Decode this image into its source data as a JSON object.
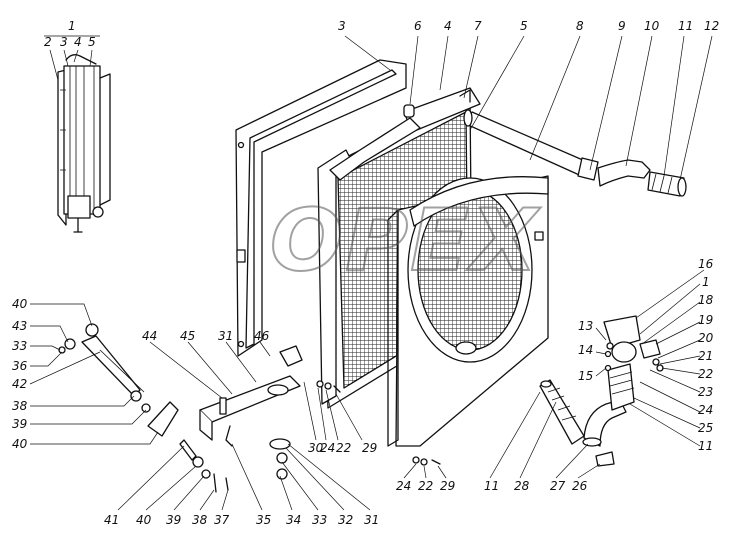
{
  "watermark": "OPEX",
  "callouts": [
    {
      "id": "c1",
      "text": "1"
    },
    {
      "id": "c2",
      "text": "2"
    },
    {
      "id": "c3a",
      "text": "3"
    },
    {
      "id": "c4a",
      "text": "4"
    },
    {
      "id": "c5a",
      "text": "5"
    },
    {
      "id": "c3",
      "text": "3"
    },
    {
      "id": "c6",
      "text": "6"
    },
    {
      "id": "c4",
      "text": "4"
    },
    {
      "id": "c7",
      "text": "7"
    },
    {
      "id": "c5",
      "text": "5"
    },
    {
      "id": "c8",
      "text": "8"
    },
    {
      "id": "c9",
      "text": "9"
    },
    {
      "id": "c10",
      "text": "10"
    },
    {
      "id": "c11a",
      "text": "11"
    },
    {
      "id": "c12",
      "text": "12"
    },
    {
      "id": "c16",
      "text": "16"
    },
    {
      "id": "c1b",
      "text": "1"
    },
    {
      "id": "c18",
      "text": "18"
    },
    {
      "id": "c19",
      "text": "19"
    },
    {
      "id": "c20",
      "text": "20"
    },
    {
      "id": "c21",
      "text": "21"
    },
    {
      "id": "c22a",
      "text": "22"
    },
    {
      "id": "c23",
      "text": "23"
    },
    {
      "id": "c24a",
      "text": "24"
    },
    {
      "id": "c25",
      "text": "25"
    },
    {
      "id": "c11b",
      "text": "11"
    },
    {
      "id": "c13",
      "text": "13"
    },
    {
      "id": "c14",
      "text": "14"
    },
    {
      "id": "c15",
      "text": "15"
    },
    {
      "id": "c40a",
      "text": "40"
    },
    {
      "id": "c43",
      "text": "43"
    },
    {
      "id": "c33a",
      "text": "33"
    },
    {
      "id": "c36",
      "text": "36"
    },
    {
      "id": "c42",
      "text": "42"
    },
    {
      "id": "c38a",
      "text": "38"
    },
    {
      "id": "c39a",
      "text": "39"
    },
    {
      "id": "c40b",
      "text": "40"
    },
    {
      "id": "c44",
      "text": "44"
    },
    {
      "id": "c45",
      "text": "45"
    },
    {
      "id": "c31a",
      "text": "31"
    },
    {
      "id": "c46",
      "text": "46"
    },
    {
      "id": "c30",
      "text": "30"
    },
    {
      "id": "c24b",
      "text": "24"
    },
    {
      "id": "c22b",
      "text": "22"
    },
    {
      "id": "c29a",
      "text": "29"
    },
    {
      "id": "c41",
      "text": "41"
    },
    {
      "id": "c40c",
      "text": "40"
    },
    {
      "id": "c39b",
      "text": "39"
    },
    {
      "id": "c38b",
      "text": "38"
    },
    {
      "id": "c37",
      "text": "37"
    },
    {
      "id": "c35",
      "text": "35"
    },
    {
      "id": "c34",
      "text": "34"
    },
    {
      "id": "c33b",
      "text": "33"
    },
    {
      "id": "c32",
      "text": "32"
    },
    {
      "id": "c31b",
      "text": "31"
    },
    {
      "id": "c24c",
      "text": "24"
    },
    {
      "id": "c22c",
      "text": "22"
    },
    {
      "id": "c29b",
      "text": "29"
    },
    {
      "id": "c11c",
      "text": "11"
    },
    {
      "id": "c28",
      "text": "28"
    },
    {
      "id": "c27",
      "text": "27"
    },
    {
      "id": "c26",
      "text": "26"
    }
  ]
}
